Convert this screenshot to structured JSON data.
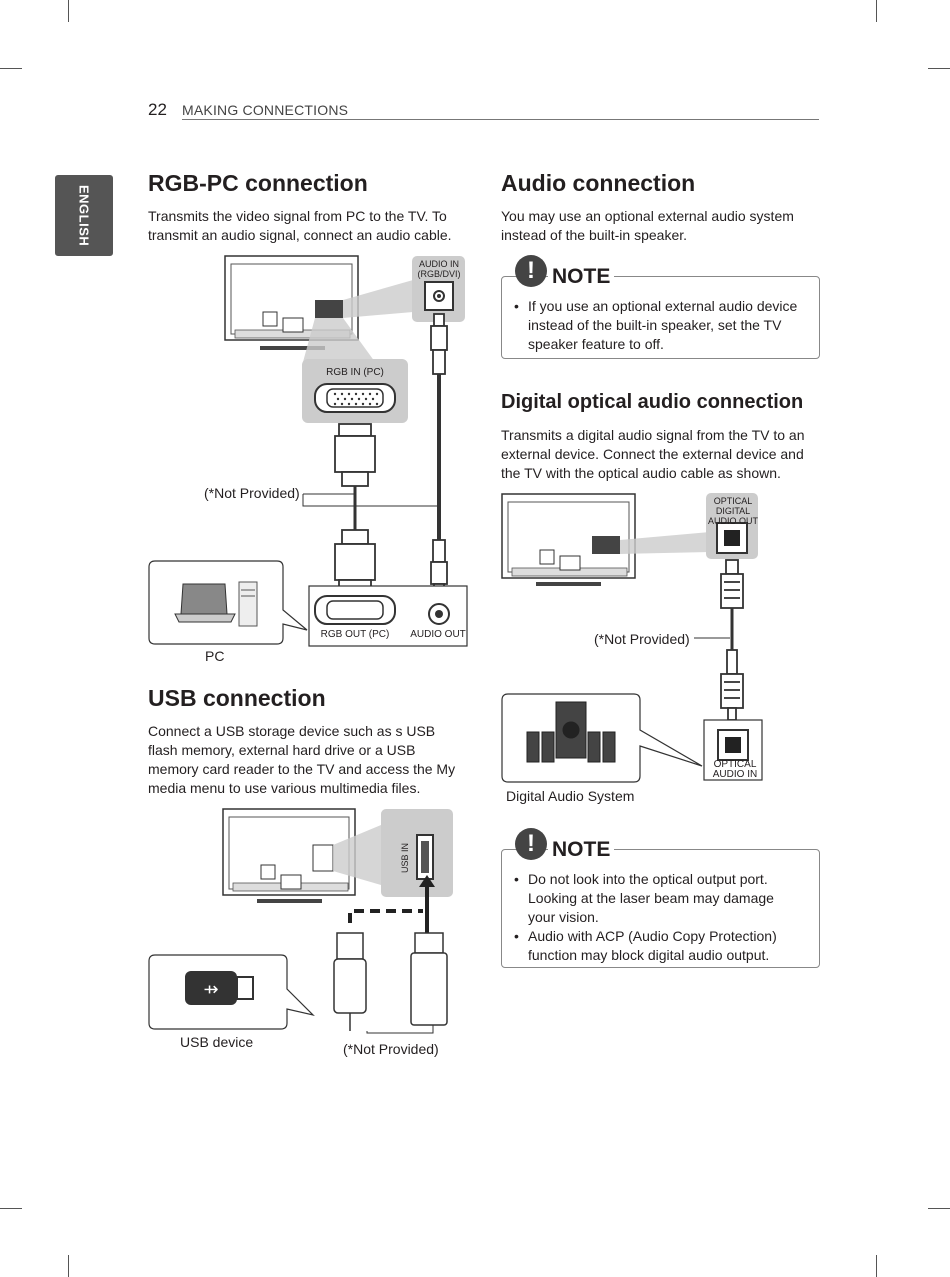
{
  "header": {
    "page_number": "22",
    "section": "MAKING CONNECTIONS"
  },
  "side_tab": "ENGLISH",
  "rgb_pc": {
    "title": "RGB-PC connection",
    "description": "Transmits the video signal from PC to the TV. To transmit an audio signal, connect an audio cable.",
    "labels": {
      "audio_in": [
        "AUDIO IN",
        "(RGB/DVI)"
      ],
      "rgb_in": "RGB IN (PC)",
      "not_provided": "(*Not Provided)",
      "rgb_out": "RGB OUT (PC)",
      "audio_out": "AUDIO OUT",
      "pc": "PC"
    }
  },
  "usb": {
    "title": "USB connection",
    "description": "Connect a USB storage device such as s USB flash memory, external hard drive or a USB memory card reader to the TV and access the My media menu to use various multimedia files.",
    "labels": {
      "usb_in": "USB IN",
      "usb_device": "USB device",
      "not_provided": "(*Not Provided)"
    }
  },
  "audio": {
    "title": "Audio connection",
    "description": "You may use an optional external audio system instead of the built-in speaker.",
    "note": {
      "title": "NOTE",
      "items": [
        "If you use an optional external audio device instead of the built-in speaker, set the TV speaker feature to off."
      ]
    }
  },
  "optical": {
    "title": "Digital optical audio connection",
    "description": "Transmits a digital audio signal from the TV to an external device. Connect the external device and the TV with the optical audio cable as shown.",
    "labels": {
      "optical_out": [
        "OPTICAL",
        "DIGITAL",
        "AUDIO OUT"
      ],
      "not_provided": "(*Not Provided)",
      "optical_in": [
        "OPTICAL",
        "AUDIO IN"
      ],
      "system": "Digital Audio System"
    },
    "note": {
      "title": "NOTE",
      "items": [
        "Do not look into the optical output port. Looking at the laser beam may damage your vision.",
        "Audio with ACP (Audio Copy Protection) function may block digital audio output."
      ]
    }
  }
}
